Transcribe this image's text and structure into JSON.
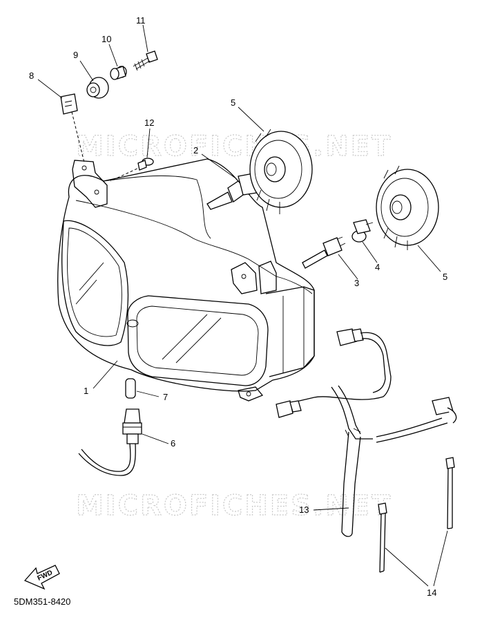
{
  "watermark": "MICROFICHES.NET",
  "fwd_label": "FWD",
  "diagram_code": "5DM351-8420",
  "callouts": [
    {
      "id": "1",
      "name": "callout-1"
    },
    {
      "id": "2",
      "name": "callout-2"
    },
    {
      "id": "3",
      "name": "callout-3"
    },
    {
      "id": "4",
      "name": "callout-4"
    },
    {
      "id": "5",
      "name": "callout-5-upper"
    },
    {
      "id": "5",
      "name": "callout-5-lower"
    },
    {
      "id": "6",
      "name": "callout-6"
    },
    {
      "id": "7",
      "name": "callout-7"
    },
    {
      "id": "8",
      "name": "callout-8"
    },
    {
      "id": "9",
      "name": "callout-9"
    },
    {
      "id": "10",
      "name": "callout-10"
    },
    {
      "id": "11",
      "name": "callout-11"
    },
    {
      "id": "12",
      "name": "callout-12"
    },
    {
      "id": "13",
      "name": "callout-13"
    },
    {
      "id": "14",
      "name": "callout-14"
    }
  ]
}
